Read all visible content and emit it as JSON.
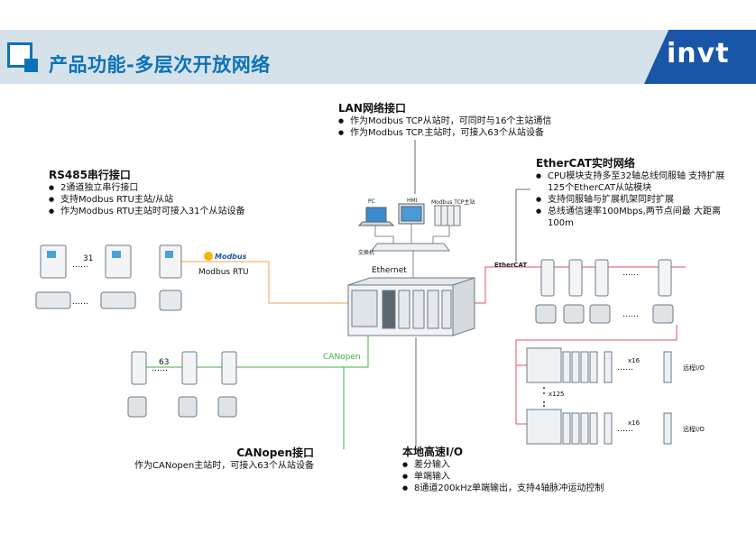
{
  "header": {
    "title": "产品功能-多层次开放网络",
    "logo": "invt"
  },
  "lan": {
    "heading": "LAN网络接口",
    "items": [
      "作为Modbus TCP从站时，可同时与16个主站通信",
      "作为Modbus TCP.主站时，可接入63个从站设备"
    ]
  },
  "rs485": {
    "heading": "RS485串行接口",
    "items": [
      "2通道独立串行接口",
      "支持Modbus RTU主站/从站",
      "作为Modbus RTU主站时可接入31个从站设备"
    ]
  },
  "ethercat": {
    "heading": "EtherCAT实时网络",
    "items": [
      "CPU模块支持多至32轴总线伺服轴 支持扩展125个EtherCAT从站模块",
      "支持伺服轴与扩展机架同时扩展",
      "总线通信速率100Mbps,两节点间最 大距离100m"
    ]
  },
  "canopen": {
    "heading": "CANopen接口",
    "desc": "作为CANopen主站时，可接入63个从站设备"
  },
  "local_io": {
    "heading": "本地高速I/O",
    "items": [
      "差分输入",
      "单端输入",
      "8通道200kHz单端输出，支持4轴脉冲运动控制"
    ]
  },
  "labels": {
    "count_31": "31",
    "count_63": "63",
    "modbus_logo": "Modbus",
    "modbus_rtu": "Modbus RTU",
    "ethernet": "Ethernet",
    "canopen": "CANopen",
    "switch": "交换机",
    "pc": "PC",
    "hmi": "HMI",
    "modbus_tcp_master": "Modbus TCP主站",
    "ethercat_logo": "EtherCAT",
    "x16_a": "x16",
    "x16_b": "x16",
    "x125": "x125",
    "remote_io_a": "远程I/O",
    "remote_io_b": "远程I/O",
    "dots": "……"
  },
  "colors": {
    "brand": "#0b72b9",
    "header_bg": "#d6e2ea",
    "rtu_line": "#f0a050",
    "can_line": "#40b040",
    "ecat_line": "#e05060",
    "eth_line": "#888888"
  }
}
